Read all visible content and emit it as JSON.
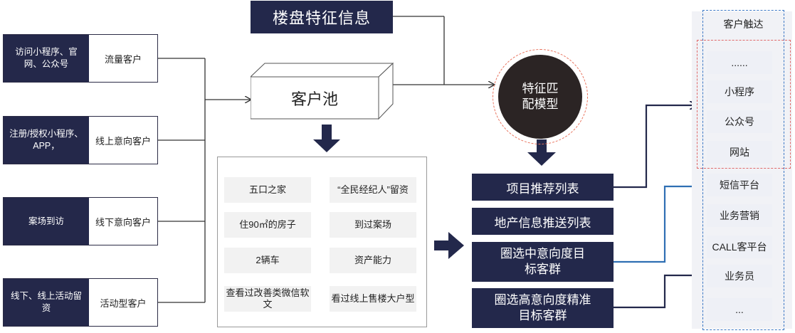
{
  "header": {
    "title": "楼盘特征信息"
  },
  "sources": [
    {
      "channel": "访问小程序、官网、公众号",
      "customer_type": "流量客户"
    },
    {
      "channel": "注册/授权小程序、APP，",
      "customer_type": "线上意向客户"
    },
    {
      "channel": "案场到访",
      "customer_type": "线下意向客户"
    },
    {
      "channel": "线下、线上活动留资",
      "customer_type": "活动型客户"
    }
  ],
  "pool": {
    "label": "客户池"
  },
  "features": [
    "五口之家",
    "“全民经纪人”留资",
    "住90㎡的房子",
    "到过案场",
    "2辆车",
    "资产能力",
    "查看过改善类微信软文",
    "看过线上售楼大户型"
  ],
  "model": {
    "label": "特征匹配模型"
  },
  "outputs": [
    "项目推荐列表",
    "地产信息推送列表",
    "圈选中意向度目标客群",
    "圈选高意向度精准目标客群"
  ],
  "reach": {
    "title": "客户触达",
    "items": [
      "......",
      "小程序",
      "公众号",
      "网站",
      "短信平台",
      "业务营销",
      "CALL客平台",
      "业务员",
      "..."
    ]
  },
  "colors": {
    "navy": "#23284b",
    "orange_dash": "#e8705a",
    "red_dash": "#e06a6a",
    "blue_dash": "#3b77c4",
    "blue_arrow": "#2f6fb3"
  }
}
